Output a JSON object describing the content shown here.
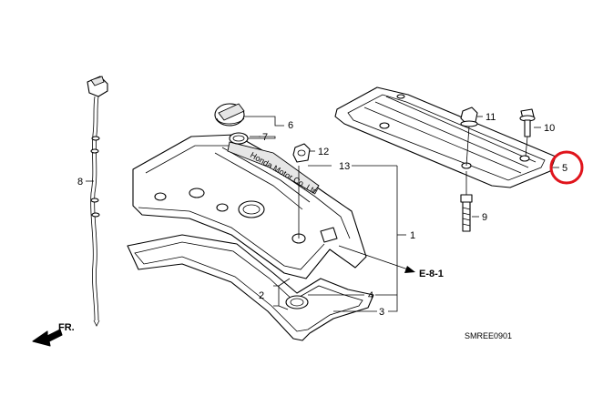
{
  "callouts": [
    {
      "id": "1",
      "label": "1"
    },
    {
      "id": "2",
      "label": "2"
    },
    {
      "id": "3",
      "label": "3"
    },
    {
      "id": "4",
      "label": "4"
    },
    {
      "id": "5",
      "label": "5"
    },
    {
      "id": "6",
      "label": "6"
    },
    {
      "id": "7",
      "label": "7"
    },
    {
      "id": "8",
      "label": "8"
    },
    {
      "id": "9",
      "label": "9"
    },
    {
      "id": "10",
      "label": "10"
    },
    {
      "id": "11",
      "label": "11"
    },
    {
      "id": "12",
      "label": "12"
    },
    {
      "id": "13",
      "label": "13"
    }
  ],
  "reference": {
    "label": "E-8-1"
  },
  "front_marker": {
    "label": "FR."
  },
  "drawing_code": {
    "label": "SMREE0901"
  },
  "cover_embossing": {
    "label": "Honda Motor Co.,Ltd"
  },
  "highlight": {
    "target": "5",
    "color": "#e0141c"
  }
}
